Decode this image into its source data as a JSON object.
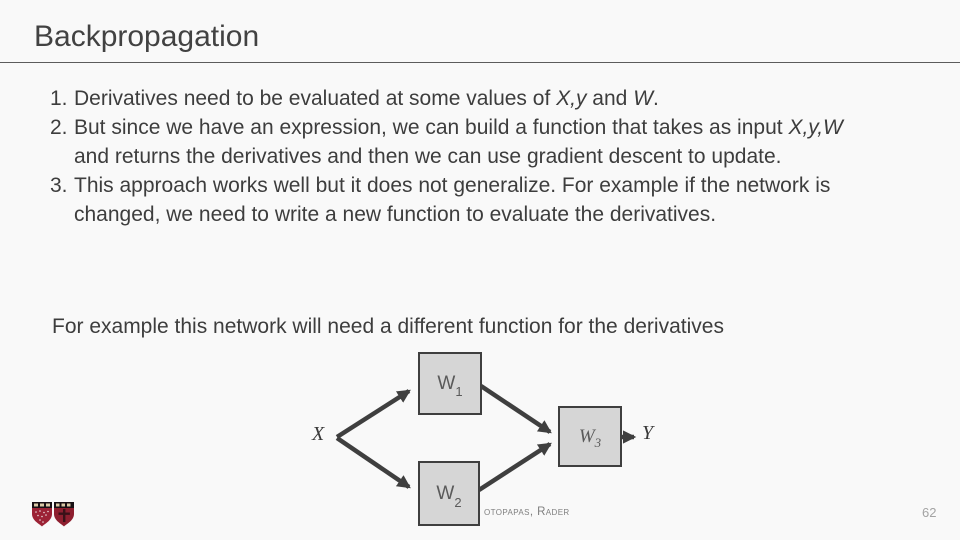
{
  "slide": {
    "title": "Backpropagation"
  },
  "list": {
    "items": [
      {
        "number": "1.",
        "pre": "Derivatives need to be evaluated at some values of ",
        "math1": "X,y",
        "mid": " and ",
        "math2": "W",
        "post": "."
      },
      {
        "number": "2.",
        "pre": "But since we have an expression, we can build a function that takes as input ",
        "math1": "X,y,W",
        "mid": " and returns the derivatives and then we can use gradient descent to update.",
        "math2": "",
        "post": ""
      },
      {
        "number": "3.",
        "pre": "This approach works well but it does not generalize. For example if the network is changed, we need to write a new function to evaluate the derivatives.",
        "math1": "",
        "mid": "",
        "math2": "",
        "post": ""
      }
    ]
  },
  "example": {
    "text": "For example this network will need a different function for the derivatives"
  },
  "diagram": {
    "input_label": "X",
    "output_label": "Y",
    "nodes": [
      {
        "main": "W",
        "sub": "1"
      },
      {
        "main": "W",
        "sub": "2"
      },
      {
        "main": "W",
        "sub": "3"
      }
    ],
    "colors": {
      "box_fill": "#d6d6d6",
      "box_border": "#3f3f3f",
      "arrow": "#3f3f3f"
    }
  },
  "footer": {
    "attribution": "otopapas, Rader",
    "page_number": "62",
    "logo_color": "#9c2235"
  },
  "colors": {
    "background": "#f9f9f9",
    "text": "#3d3d3d",
    "divider": "#5c5c5c"
  }
}
